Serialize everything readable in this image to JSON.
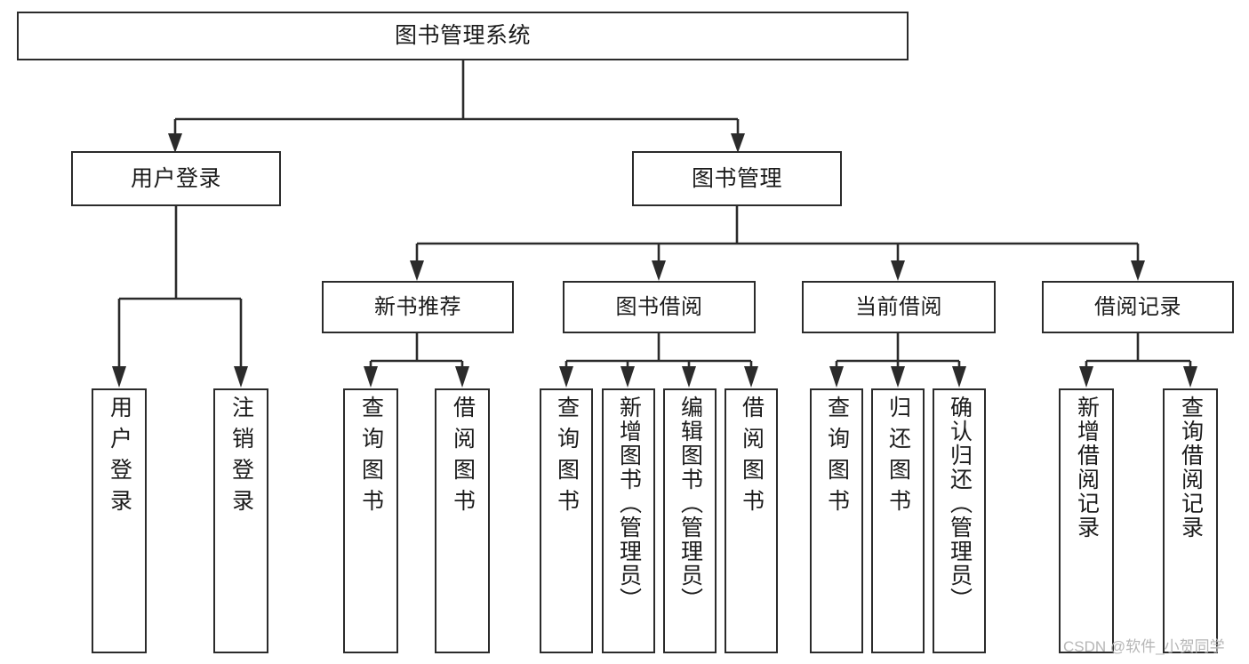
{
  "diagram": {
    "type": "tree",
    "title": "图书管理系统",
    "watermark": "CSDN @软件_小贺同学",
    "colors": {
      "stroke": "#2b2b2b",
      "fill": "#ffffff",
      "text": "#1b1b1b",
      "watermark": "#b6b6b6"
    },
    "nodes": {
      "root": {
        "label": "图书管理系统"
      },
      "level2": [
        {
          "label": "用户登录"
        },
        {
          "label": "图书管理"
        }
      ],
      "level3": [
        {
          "label": "新书推荐"
        },
        {
          "label": "图书借阅"
        },
        {
          "label": "当前借阅"
        },
        {
          "label": "借阅记录"
        }
      ],
      "leaves": {
        "user_login": [
          {
            "label": "用户登录"
          },
          {
            "label": "注销登录"
          }
        ],
        "new_book": [
          {
            "label": "查询图书"
          },
          {
            "label": "借阅图书"
          }
        ],
        "book_borrow": [
          {
            "label": "查询图书"
          },
          {
            "label": "新增图书（管理员）"
          },
          {
            "label": "编辑图书（管理员）"
          },
          {
            "label": "借阅图书"
          }
        ],
        "current_borrow": [
          {
            "label": "查询图书"
          },
          {
            "label": "归还图书"
          },
          {
            "label": "确认归还（管理员）"
          }
        ],
        "borrow_record": [
          {
            "label": "新增借阅记录"
          },
          {
            "label": "查询借阅记录"
          }
        ]
      }
    }
  }
}
